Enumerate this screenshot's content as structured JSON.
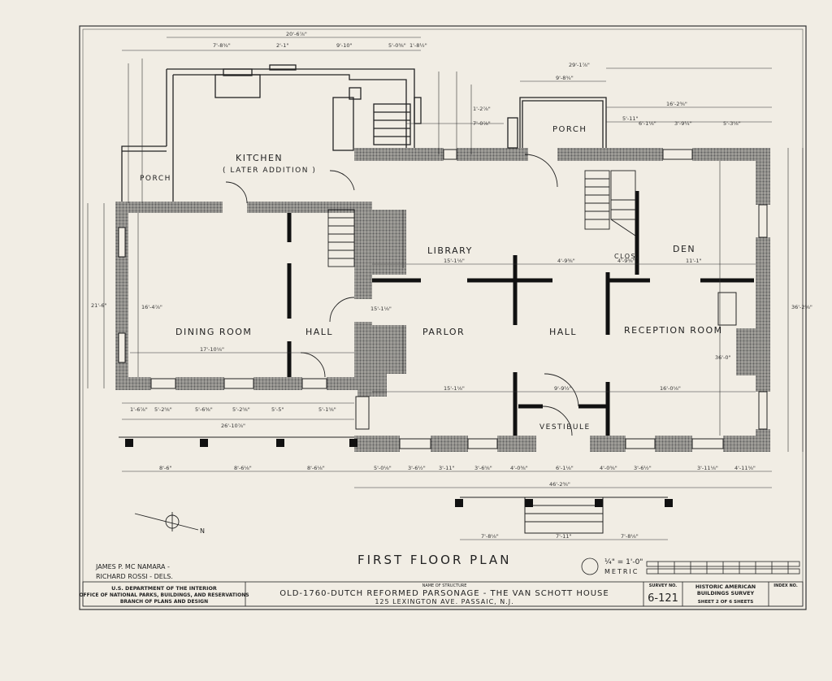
{
  "sheet": {
    "plan_title": "FIRST FLOOR PLAN",
    "scale_imperial": "¼\" = 1'-0\"",
    "scale_metric": "METRIC",
    "drawn_by": [
      "JAMES P. MC NAMARA -",
      "RICHARD ROSSI - DELS."
    ],
    "north_label": "N"
  },
  "title_block": {
    "agency": [
      "U.S. DEPARTMENT OF THE INTERIOR",
      "OFFICE OF NATIONAL PARKS, BUILDINGS, AND RESERVATIONS",
      "BRANCH OF PLANS AND DESIGN"
    ],
    "name_label": "NAME OF STRUCTURE",
    "structure_name": "OLD-1760-DUTCH REFORMED PARSONAGE - THE VAN SCHOTT HOUSE",
    "address": "125 LEXINGTON AVE. PASSAIC, N.J.",
    "survey_label": "SURVEY NO.",
    "survey_no": "6-121",
    "habs": [
      "HISTORIC AMERICAN",
      "BUILDINGS SURVEY"
    ],
    "sheet_info": "SHEET 2 OF 6 SHEETS",
    "index_label": "INDEX NO."
  },
  "rooms": {
    "kitchen": "KITCHEN",
    "kitchen_note": "( LATER ADDITION )",
    "porch_left": "PORCH",
    "porch_top": "PORCH",
    "library": "LIBRARY",
    "den": "DEN",
    "clos": "CLOS.",
    "dining": "DINING ROOM",
    "hall_left": "HALL",
    "parlor": "PARLOR",
    "hall_center": "HALL",
    "reception": "RECEPTION ROOM",
    "vestibule": "VESTIBULE"
  },
  "dimensions": {
    "top": [
      "20'-6⅞\"",
      "7'-8¾\"",
      "2'-1\"",
      "9'-10\"",
      "5'-0⅜\"",
      "1'-8½\"",
      "29'-1⅞\"",
      "9'-8¾\"",
      "16'-2⅜\"",
      "5'-11\"",
      "6'-1⅛\"",
      "3'-9¼\"",
      "5'-3⅛\"",
      "1'-2⅞\"",
      "7'-0⅞\""
    ],
    "bottom_row1": [
      "1'-6⅞\"",
      "5'-2⅝\"",
      "5'-6⅜\"",
      "5'-2⅝\"",
      "5'-5\"",
      "5'-1⅝\""
    ],
    "bottom_row2": [
      "26'-10⅞\""
    ],
    "bottom_row3": [
      "8'-6\"",
      "8'-6⅛\"",
      "8'-6⅛\"",
      "5'-0⅛\"",
      "3'-6½\"",
      "3'-11\"",
      "3'-6⅝\"",
      "4'-0⅜\"",
      "6'-1⅛\"",
      "4'-0⅜\"",
      "3'-6½\"",
      "3'-11⅛\"",
      "4'-11⅝\""
    ],
    "bottom_total": [
      "46'-2⅜\""
    ],
    "steps": [
      "7'-8⅛\"",
      "7'-11\"",
      "7'-8⅛\""
    ],
    "interior": [
      "15'-1⅛\"",
      "4'-9⅜\"",
      "11'-1\"",
      "17'-10⅛\"",
      "15'-1⅛\"",
      "16'-0⅛\"",
      "9'-9½\"",
      "4'-9⅜\"",
      "15'-1⅛\"",
      "16'-4⅞\"",
      "21'-6\"",
      "36'-0\"",
      "36'-2⅝\""
    ]
  }
}
